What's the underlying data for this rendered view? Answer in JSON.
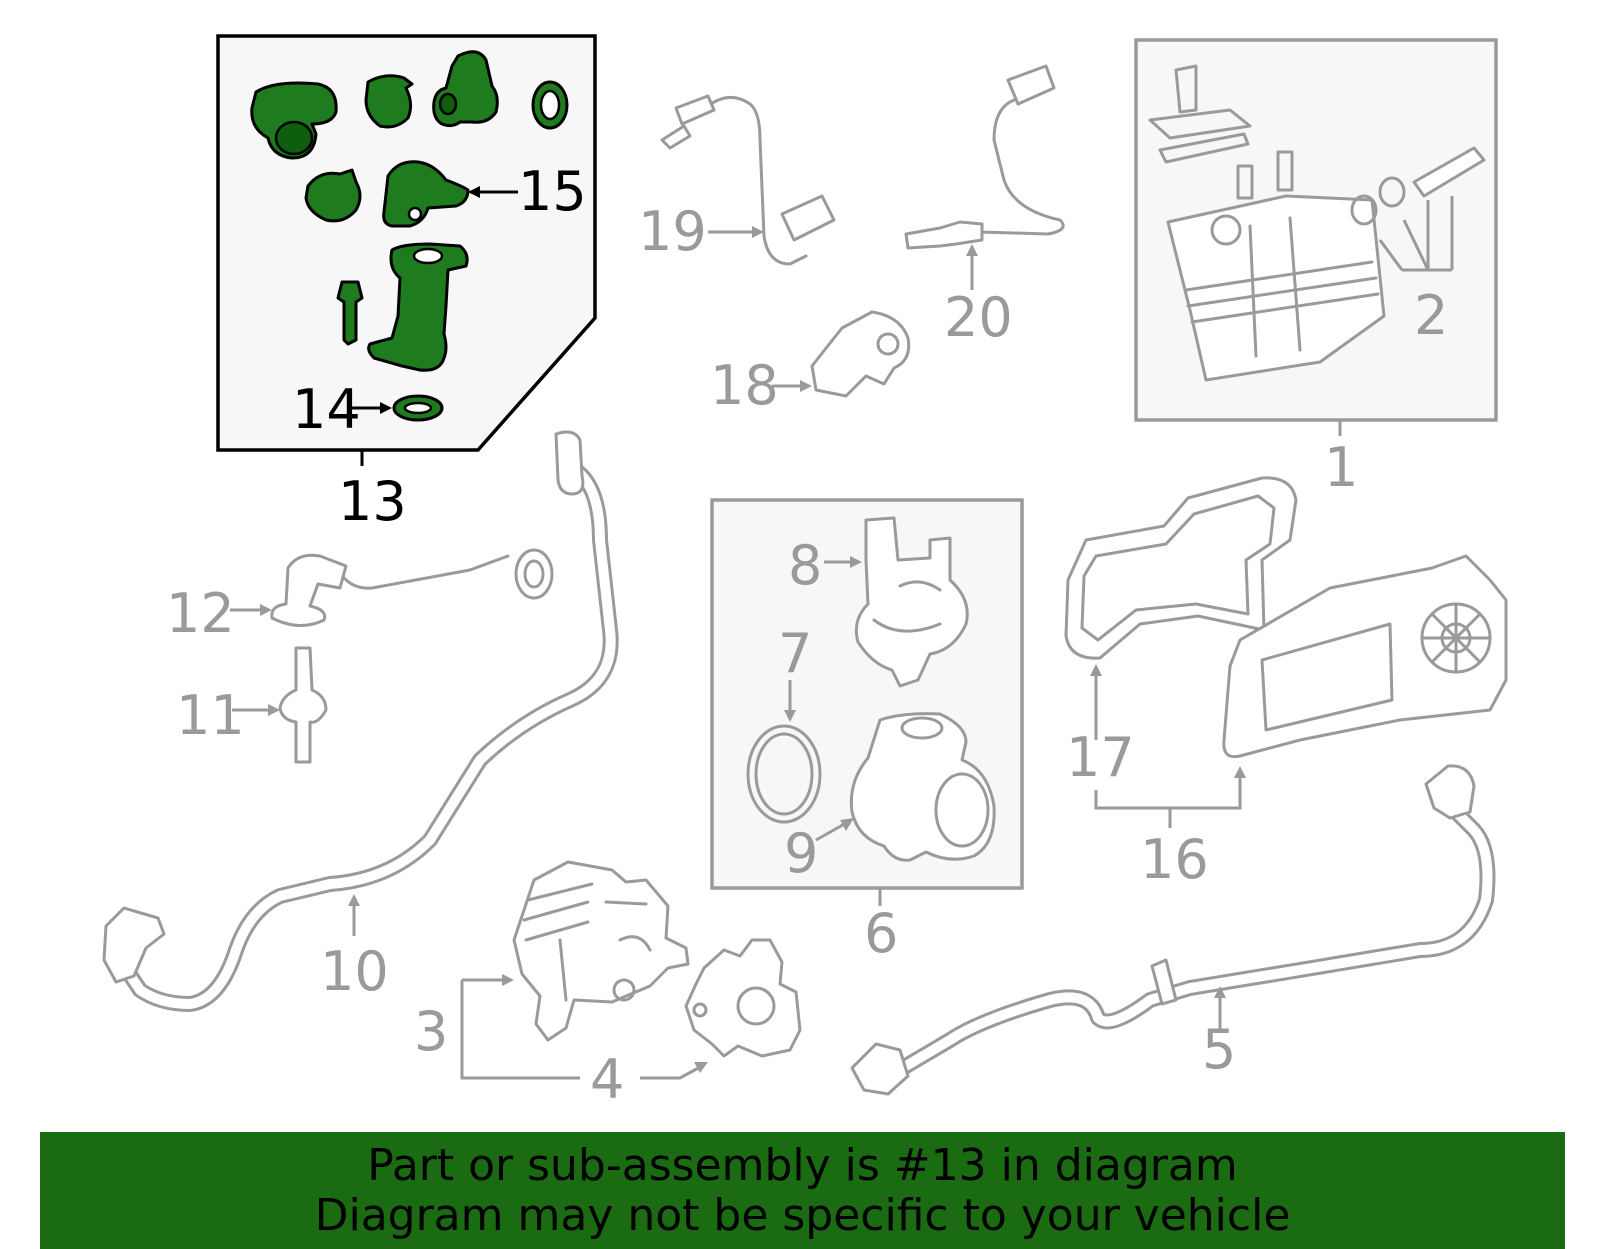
{
  "callouts": {
    "n1": "1",
    "n2": "2",
    "n3": "3",
    "n4": "4",
    "n5": "5",
    "n6": "6",
    "n7": "7",
    "n8": "8",
    "n9": "9",
    "n10": "10",
    "n11": "11",
    "n12": "12",
    "n13": "13",
    "n14": "14",
    "n15": "15",
    "n16": "16",
    "n17": "17",
    "n18": "18",
    "n19": "19",
    "n20": "20"
  },
  "highlighted_part": "13",
  "banner": {
    "line1": "Part or sub-assembly is #13 in diagram",
    "line2": "Diagram may not be specific to your vehicle"
  },
  "colors": {
    "highlight": "#1e7b1e",
    "banner": "#1a6b12",
    "outline": "#9a9a9a"
  }
}
